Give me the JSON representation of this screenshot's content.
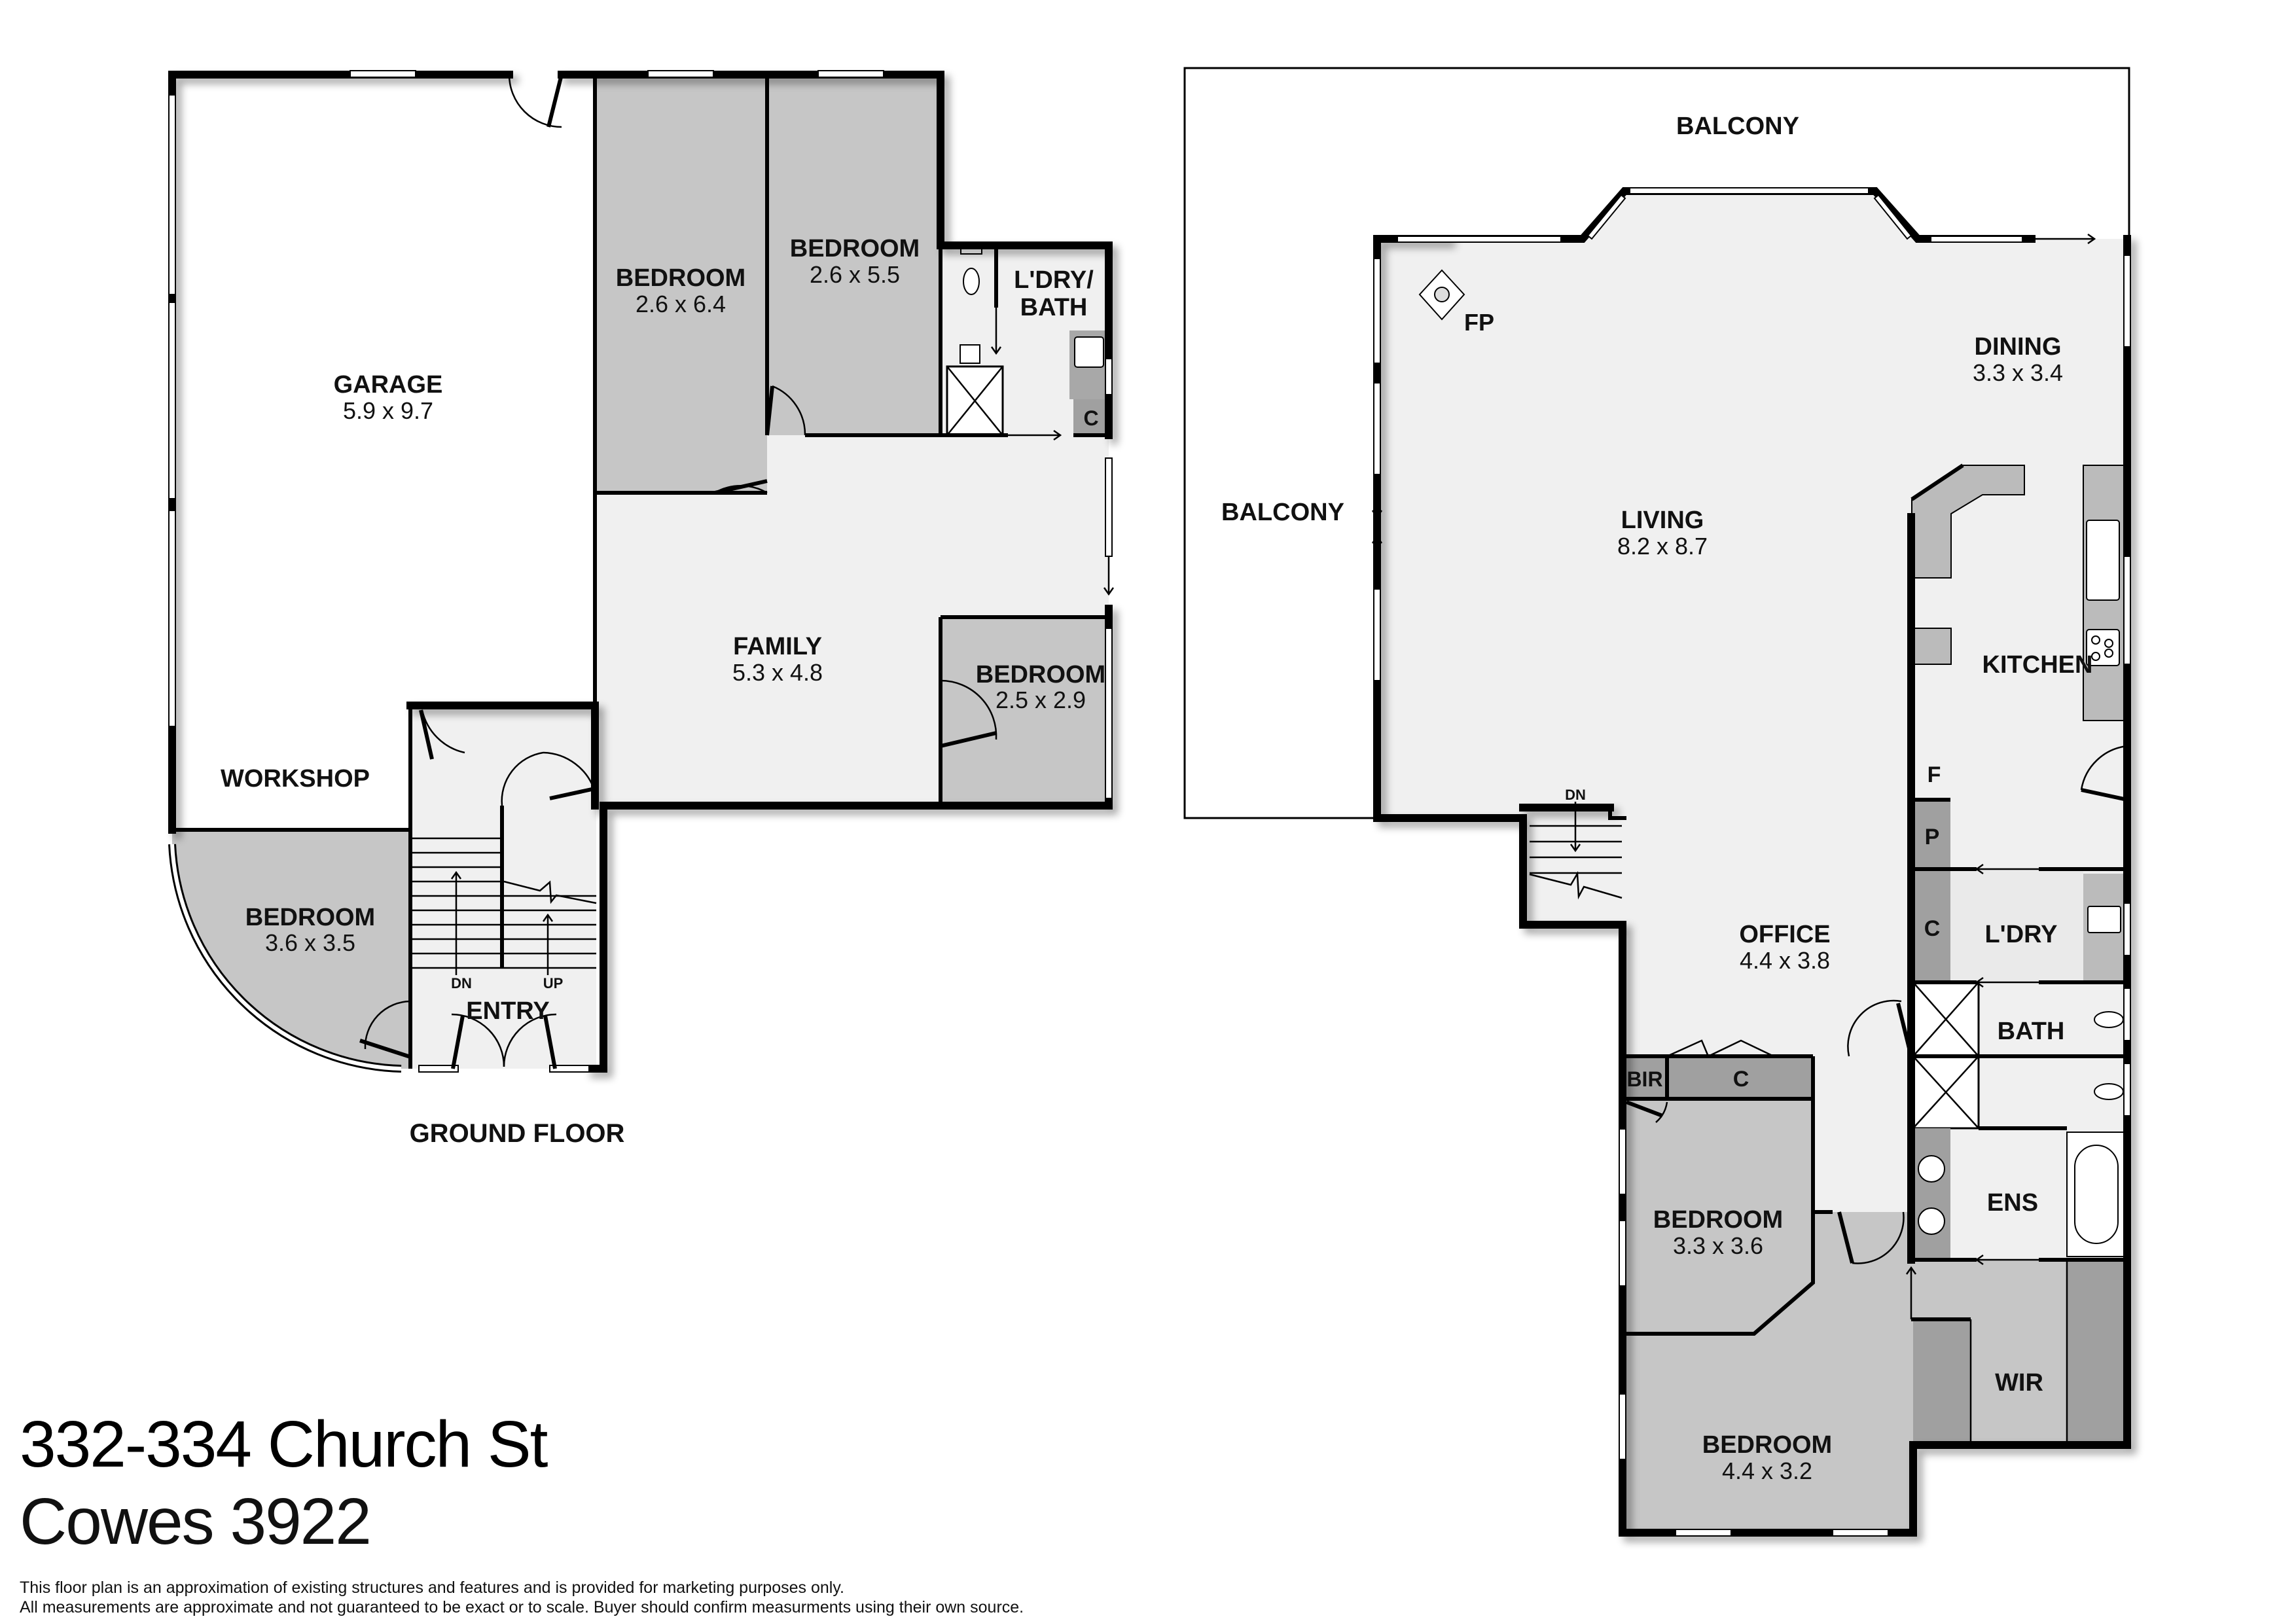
{
  "property": {
    "address": "332-334 Church St",
    "suburb": "Cowes 3922"
  },
  "disclaimer": {
    "line1": "This floor plan is an approximation of existing structures and features and is provided for marketing purposes only.",
    "line2": "All measurements are approximate and not guaranteed to be exact or to scale. Buyer should confirm measurments using their own source."
  },
  "colors": {
    "wall": "#000000",
    "room_light": "#f0f0f0",
    "room_mid": "#c6c6c6",
    "room_dark": "#a0a0a0",
    "fixture": "#b8b8b8",
    "background": "#ffffff"
  },
  "ground_floor": {
    "label": "GROUND FLOOR",
    "rooms": [
      {
        "name": "GARAGE",
        "dims": "5.9 x 9.7"
      },
      {
        "name": "BEDROOM",
        "dims": "2.6 x 6.4"
      },
      {
        "name": "BEDROOM",
        "dims": "2.6 x 5.5"
      },
      {
        "name": "L'DRY/",
        "name2": "BATH",
        "dims": ""
      },
      {
        "name": "FAMILY",
        "dims": "5.3 x 4.8"
      },
      {
        "name": "BEDROOM",
        "dims": "2.5 x 2.9"
      },
      {
        "name": "WORKSHOP",
        "dims": ""
      },
      {
        "name": "BEDROOM",
        "dims": "3.6 x 3.5"
      },
      {
        "name": "ENTRY",
        "dims": ""
      }
    ],
    "closet_label": "C",
    "stair_dn": "DN",
    "stair_up": "UP"
  },
  "upper_floor": {
    "rooms": [
      {
        "name": "BALCONY",
        "dims": ""
      },
      {
        "name": "BALCONY",
        "dims": ""
      },
      {
        "name": "LIVING",
        "dims": "8.2 x 8.7"
      },
      {
        "name": "DINING",
        "dims": "3.3 x 3.4"
      },
      {
        "name": "KITCHEN",
        "dims": ""
      },
      {
        "name": "OFFICE",
        "dims": "4.4 x 3.8"
      },
      {
        "name": "L'DRY",
        "dims": ""
      },
      {
        "name": "BATH",
        "dims": ""
      },
      {
        "name": "ENS",
        "dims": ""
      },
      {
        "name": "WIR",
        "dims": ""
      },
      {
        "name": "BEDROOM",
        "dims": "3.3 x 3.6"
      },
      {
        "name": "BEDROOM",
        "dims": "4.4 x 3.2"
      }
    ],
    "fireplace_label": "FP",
    "fridge_label": "F",
    "pantry_label": "P",
    "closet_label": "C",
    "bir_label": "BIR",
    "stair_dn": "DN"
  }
}
